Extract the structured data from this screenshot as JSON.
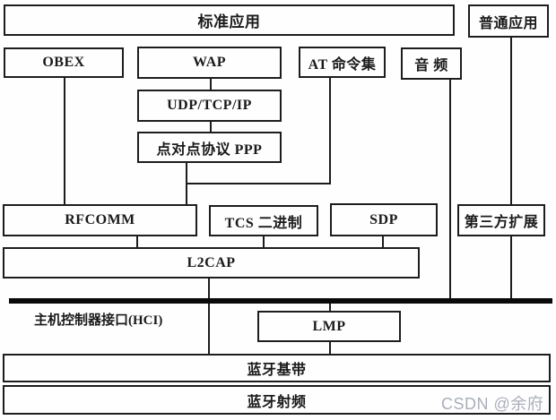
{
  "boxes": {
    "standard_apps": {
      "label": "标准应用"
    },
    "common_apps": {
      "label": "普通应用"
    },
    "obex": {
      "label": "OBEX"
    },
    "wap": {
      "label": "WAP"
    },
    "at_commands": {
      "label": "AT 命令集"
    },
    "audio": {
      "label": "音 频"
    },
    "udp_tcp_ip": {
      "label": "UDP/TCP/IP"
    },
    "ppp": {
      "label": "点对点协议 PPP"
    },
    "rfcomm": {
      "label": "RFCOMM"
    },
    "tcs_binary": {
      "label": "TCS 二进制"
    },
    "sdp": {
      "label": "SDP"
    },
    "third_party": {
      "label": "第三方扩展"
    },
    "l2cap": {
      "label": "L2CAP"
    },
    "lmp": {
      "label": "LMP"
    },
    "baseband": {
      "label": "蓝牙基带"
    },
    "radio": {
      "label": "蓝牙射频"
    }
  },
  "hci_label": "主机控制器接口(HCI)",
  "watermark": "CSDN @余府",
  "colors": {
    "line": "#1d1d1d",
    "thick_divider": "#0a0a0a",
    "background": "#fefefe",
    "watermark": "#a9aeb9"
  }
}
